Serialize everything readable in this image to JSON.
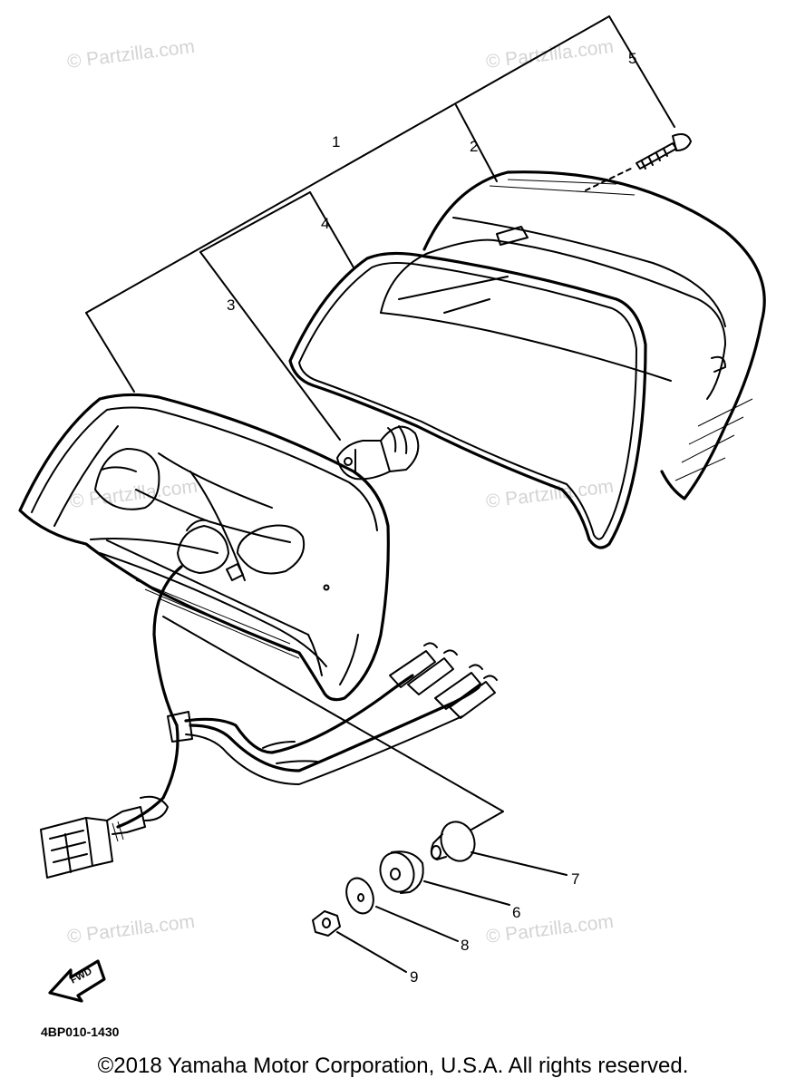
{
  "watermark": "© Partzilla.com",
  "callouts": {
    "c1": "1",
    "c2": "2",
    "c3": "3",
    "c4": "4",
    "c5": "5",
    "c6": "6",
    "c7": "7",
    "c8": "8",
    "c9": "9"
  },
  "direction_label": "FWD",
  "part_number": "4BP010-1430",
  "copyright": "©2018 Yamaha Motor Corporation, U.S.A. All rights reserved."
}
